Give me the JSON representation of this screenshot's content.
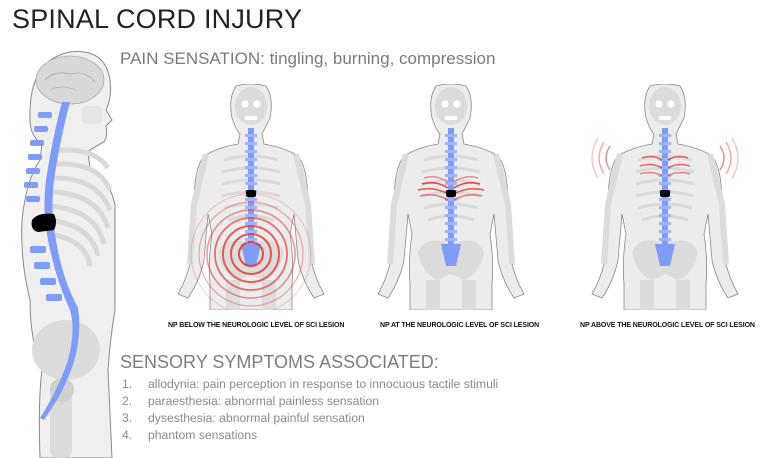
{
  "header": {
    "title": "SPINAL CORD INJURY",
    "subtitle": "PAIN SENSATION: tingling, burning, compression"
  },
  "figures": [
    {
      "caption": "NP BELOW THE NEUROLOGIC LEVEL OF SCI LESION",
      "pain_zone": "below"
    },
    {
      "caption": "NP AT THE NEUROLOGIC LEVEL OF SCI LESION",
      "pain_zone": "at"
    },
    {
      "caption": "NP ABOVE THE NEUROLOGIC LEVEL OF SCI LESION",
      "pain_zone": "above"
    }
  ],
  "symptoms": {
    "title": "SENSORY SYMPTOMS ASSOCIATED:",
    "items": [
      {
        "num": "1.",
        "text": "allodynia: pain perception in response to innocuous tactile stimuli"
      },
      {
        "num": "2.",
        "text": "paraesthesia: abnormal painless sensation"
      },
      {
        "num": "3.",
        "text": "dysesthesia: abnormal painful sensation"
      },
      {
        "num": "4.",
        "text": "phantom sensations"
      }
    ]
  },
  "colors": {
    "spine": "#7f9cf7",
    "lesion": "#000000",
    "pain": "#e53935",
    "body": "#e3e3e3",
    "outline": "#8a8a8a"
  }
}
